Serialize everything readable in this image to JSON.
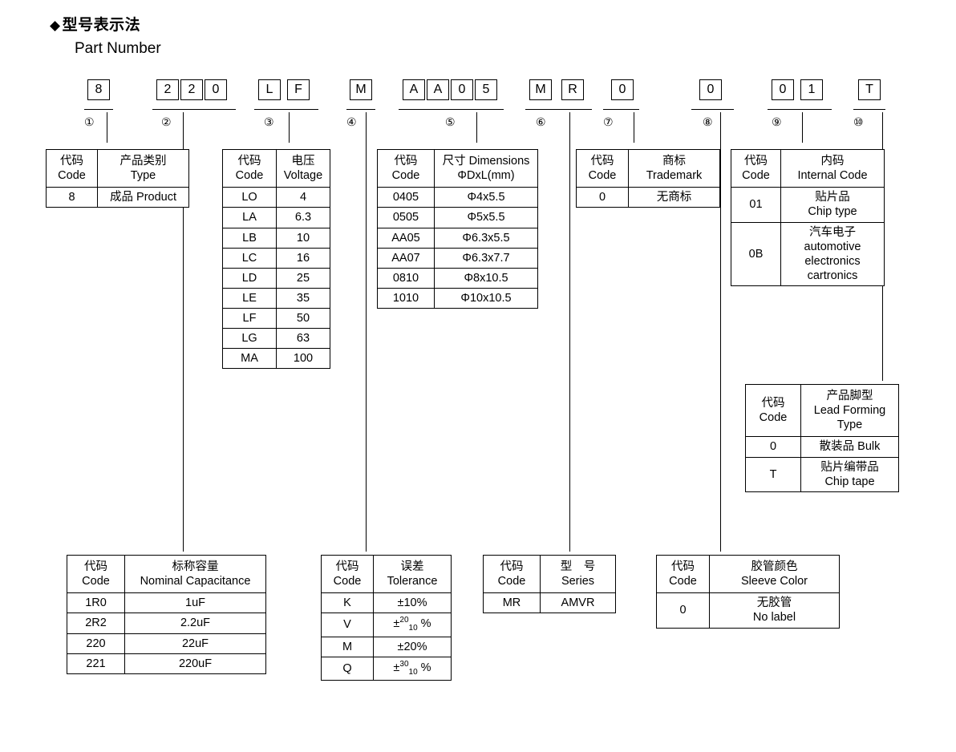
{
  "header": {
    "diamond": "◆",
    "title_cn": "型号表示法",
    "title_en": "Part Number"
  },
  "code_groups": [
    {
      "index": "①",
      "boxes": [
        "8"
      ]
    },
    {
      "index": "②",
      "boxes": [
        "2",
        "2",
        "0"
      ]
    },
    {
      "index": "③",
      "boxes": [
        "L",
        "F"
      ]
    },
    {
      "index": "④",
      "boxes": [
        "M"
      ]
    },
    {
      "index": "⑤",
      "boxes": [
        "A",
        "A",
        "0",
        "5"
      ]
    },
    {
      "index": "⑥",
      "boxes": [
        "M",
        "R"
      ]
    },
    {
      "index": "⑦",
      "boxes": [
        "0"
      ]
    },
    {
      "index": "⑧",
      "boxes": [
        "0"
      ]
    },
    {
      "index": "⑨",
      "boxes": [
        "0",
        "1"
      ]
    },
    {
      "index": "⑩",
      "boxes": [
        "T"
      ]
    }
  ],
  "tables": {
    "type": {
      "header": {
        "code_cn": "代码",
        "code_en": "Code",
        "name_cn": "产品类别",
        "name_en": "Type"
      },
      "rows": [
        {
          "code": "8",
          "value": "成品 Product"
        }
      ]
    },
    "voltage": {
      "header": {
        "code_cn": "代码",
        "code_en": "Code",
        "name_cn": "电压",
        "name_en": "Voltage"
      },
      "rows": [
        {
          "code": "LO",
          "value": "4"
        },
        {
          "code": "LA",
          "value": "6.3"
        },
        {
          "code": "LB",
          "value": "10"
        },
        {
          "code": "LC",
          "value": "16"
        },
        {
          "code": "LD",
          "value": "25"
        },
        {
          "code": "LE",
          "value": "35"
        },
        {
          "code": "LF",
          "value": "50"
        },
        {
          "code": "LG",
          "value": "63"
        },
        {
          "code": "MA",
          "value": "100"
        }
      ]
    },
    "dimensions": {
      "header": {
        "code_cn": "代码",
        "code_en": "Code",
        "name_cn": "尺寸 Dimensions",
        "name_en": "ΦDxL(mm)"
      },
      "rows": [
        {
          "code": "0405",
          "value": "Φ4x5.5"
        },
        {
          "code": "0505",
          "value": "Φ5x5.5"
        },
        {
          "code": "AA05",
          "value": "Φ6.3x5.5"
        },
        {
          "code": "AA07",
          "value": "Φ6.3x7.7"
        },
        {
          "code": "0810",
          "value": "Φ8x10.5"
        },
        {
          "code": "1010",
          "value": "Φ10x10.5"
        }
      ]
    },
    "trademark": {
      "header": {
        "code_cn": "代码",
        "code_en": "Code",
        "name_cn": "商标",
        "name_en": "Trademark"
      },
      "rows": [
        {
          "code": "0",
          "value": "无商标"
        }
      ]
    },
    "internal_code": {
      "header": {
        "code_cn": "代码",
        "code_en": "Code",
        "name_cn": "内码",
        "name_en": "Internal Code"
      },
      "rows": [
        {
          "code": "01",
          "line1": "贴片品",
          "line2": "Chip type",
          "line3": "",
          "line4": ""
        },
        {
          "code": "0B",
          "line1": "汽车电子",
          "line2": "automotive",
          "line3": "electronics",
          "line4": "cartronics"
        }
      ]
    },
    "lead_forming": {
      "header": {
        "code_cn": "代码",
        "code_en": "Code",
        "name_cn": "产品脚型",
        "name_en": "Lead Forming",
        "name_en2": "Type"
      },
      "rows": [
        {
          "code": "0",
          "line1": "散装品 Bulk",
          "line2": ""
        },
        {
          "code": "T",
          "line1": "贴片编带品",
          "line2": "Chip tape"
        }
      ]
    },
    "capacitance": {
      "header": {
        "code_cn": "代码",
        "code_en": "Code",
        "name_cn": "标称容量",
        "name_en": "Nominal Capacitance"
      },
      "rows": [
        {
          "code": "1R0",
          "value": "1uF"
        },
        {
          "code": "2R2",
          "value": "2.2uF"
        },
        {
          "code": "220",
          "value": "22uF"
        },
        {
          "code": "221",
          "value": "220uF"
        }
      ]
    },
    "tolerance": {
      "header": {
        "code_cn": "代码",
        "code_en": "Code",
        "name_cn": "误差",
        "name_en": "Tolerance"
      },
      "rows": [
        {
          "code": "K",
          "value": "±10%",
          "sup": "",
          "sub": "",
          "suffix": ""
        },
        {
          "code": "V",
          "value": "",
          "sup": "20",
          "sub": "10",
          "suffix": "%"
        },
        {
          "code": "M",
          "value": "±20%",
          "sup": "",
          "sub": "",
          "suffix": ""
        },
        {
          "code": "Q",
          "value": "",
          "sup": "30",
          "sub": "10",
          "suffix": "%"
        }
      ]
    },
    "series": {
      "header": {
        "code_cn": "代码",
        "code_en": "Code",
        "name_cn": "型　号",
        "name_en": "Series"
      },
      "rows": [
        {
          "code": "MR",
          "value": "AMVR"
        }
      ]
    },
    "sleeve_color": {
      "header": {
        "code_cn": "代码",
        "code_en": "Code",
        "name_cn": "胶管颜色",
        "name_en": "Sleeve Color"
      },
      "rows": [
        {
          "code": "0",
          "line1": "无胶管",
          "line2": "No label"
        }
      ]
    }
  }
}
